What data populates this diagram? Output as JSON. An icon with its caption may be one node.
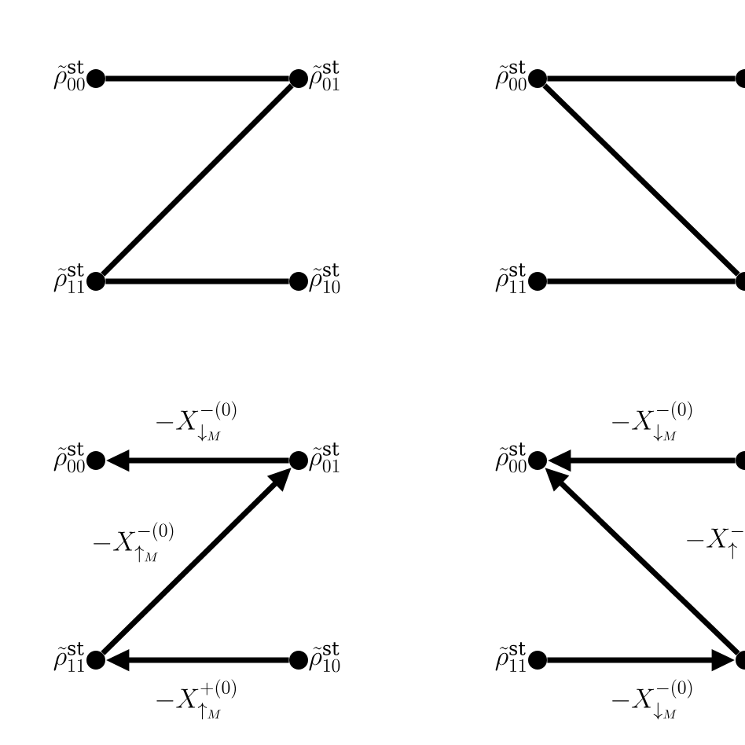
{
  "diagram": {
    "nodes": [
      {
        "text": [
          "\\tilde{\\rho}^{\\mathrm{st}}_{00}"
        ]
      },
      {
        "text": [
          "\\tilde{\\rho}^{\\mathrm{st}}_{01}"
        ]
      },
      {
        "text": [
          "\\tilde{\\rho}^{\\mathrm{st}}_{11}"
        ]
      },
      {
        "text": [
          "\\tilde{\\rho}^{\\mathrm{st}}_{10}"
        ]
      },
      {
        "text": [
          "\\tilde{\\rho}^{\\mathrm{st}}_{00}"
        ]
      },
      {
        "text": [],
        "shape": "circle"
      },
      {
        "text": [
          "\\tilde{\\rho}^{\\mathrm{st}}_{11}"
        ]
      },
      {
        "text": [],
        "shape": "circle"
      },
      {
        "text": [
          "\\tilde{\\rho}^{\\mathrm{st}}_{00}"
        ]
      },
      {
        "text": [
          "\\tilde{\\rho}^{\\mathrm{st}}_{01}"
        ]
      },
      {
        "text": [
          "\\tilde{\\rho}^{\\mathrm{st}}_{11}"
        ]
      },
      {
        "text": [
          "\\tilde{\\rho}^{\\mathrm{st}}_{10}"
        ]
      },
      {
        "text": [
          "\\tilde{\\rho}^{\\mathrm{st}}_{00}"
        ]
      },
      {
        "text": [],
        "shape": "circle"
      },
      {
        "text": [
          "\\tilde{\\rho}^{\\mathrm{st}}_{11}"
        ]
      },
      {
        "text": [],
        "shape": "circle"
      }
    ],
    "edges": [
      {
        "from": 0,
        "to": 1,
        "arrow": "none"
      },
      {
        "from": 1,
        "to": 2,
        "arrow": "none"
      },
      {
        "from": 2,
        "to": 3,
        "arrow": "none"
      },
      {
        "from": 4,
        "to": 5,
        "arrow": "none"
      },
      {
        "from": 4,
        "to": 7,
        "arrow": "none"
      },
      {
        "from": 6,
        "to": 7,
        "arrow": "none"
      },
      {
        "from": 9,
        "to": 8,
        "arrow": "to",
        "label": "-X^{-(0)}_{\\downarrow_M}"
      },
      {
        "from": 10,
        "to": 9,
        "arrow": "to",
        "label": "-X^{-(0)}_{\\uparrow_M}"
      },
      {
        "from": 11,
        "to": 10,
        "arrow": "to",
        "label": "-X^{+(0)}_{\\uparrow_M}"
      },
      {
        "from": 13,
        "to": 12,
        "arrow": "to",
        "label": "-X^{-(0)}_{\\downarrow_M}"
      },
      {
        "from": 15,
        "to": 12,
        "arrow": "to",
        "label": "-X^{-}_{\\uparrow}"
      },
      {
        "from": 14,
        "to": 15,
        "arrow": "to",
        "label": "-X^{-(0)}_{\\downarrow_M}"
      }
    ]
  }
}
